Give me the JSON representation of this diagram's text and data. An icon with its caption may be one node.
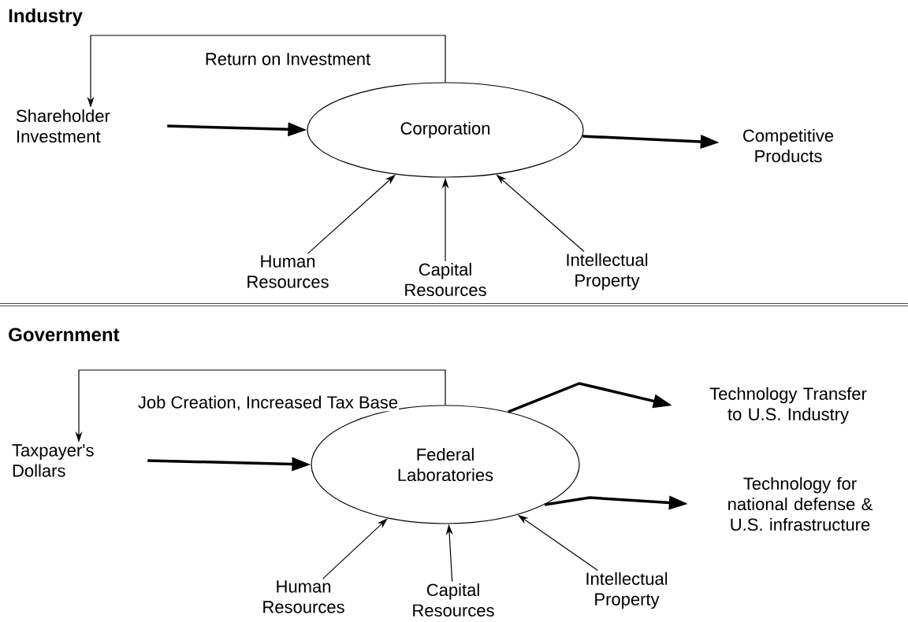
{
  "diagram": {
    "nodes": [
      {
        "text": [
          "Shareholder Investment"
        ]
      },
      {
        "text": [
          "Corporation"
        ]
      },
      {
        "text": [
          "Competitive Products"
        ]
      },
      {
        "text": [
          "Human Resources"
        ]
      },
      {
        "text": [
          "Capital Resources"
        ]
      },
      {
        "text": [
          "Intellectual Property"
        ]
      },
      {
        "text": [
          "Taxpayer's Dollars"
        ]
      },
      {
        "text": [
          "Federal Laboratories"
        ]
      },
      {
        "text": [
          "Technology Transfer to U.S. Industry"
        ]
      },
      {
        "text": [
          "Technology for national defense & U.S. infrastructure"
        ]
      },
      {
        "text": [
          "Human Resources"
        ]
      },
      {
        "text": [
          "Capital Resources"
        ]
      },
      {
        "text": [
          "Intellectual Property"
        ]
      }
    ],
    "edges": [
      {
        "from": 0,
        "to": 1,
        "arrow": "to",
        "style": "thick"
      },
      {
        "from": 1,
        "to": 2,
        "arrow": "to",
        "style": "thick"
      },
      {
        "from": 3,
        "to": 1,
        "arrow": "to"
      },
      {
        "from": 4,
        "to": 1,
        "arrow": "to"
      },
      {
        "from": 5,
        "to": 1,
        "arrow": "to"
      },
      {
        "from": 1,
        "to": 0,
        "arrow": "to",
        "label": "Return on Investment"
      },
      {
        "from": 6,
        "to": 7,
        "arrow": "to",
        "style": "thick"
      },
      {
        "from": 7,
        "to": 8,
        "arrow": "to",
        "style": "thick"
      },
      {
        "from": 7,
        "to": 9,
        "arrow": "to",
        "style": "thick"
      },
      {
        "from": 10,
        "to": 7,
        "arrow": "to"
      },
      {
        "from": 11,
        "to": 7,
        "arrow": "to"
      },
      {
        "from": 12,
        "to": 7,
        "arrow": "to"
      },
      {
        "from": 7,
        "to": 6,
        "arrow": "to",
        "label": "Job Creation, Increased Tax Base"
      }
    ],
    "labels": [
      "Industry",
      "Government"
    ]
  }
}
